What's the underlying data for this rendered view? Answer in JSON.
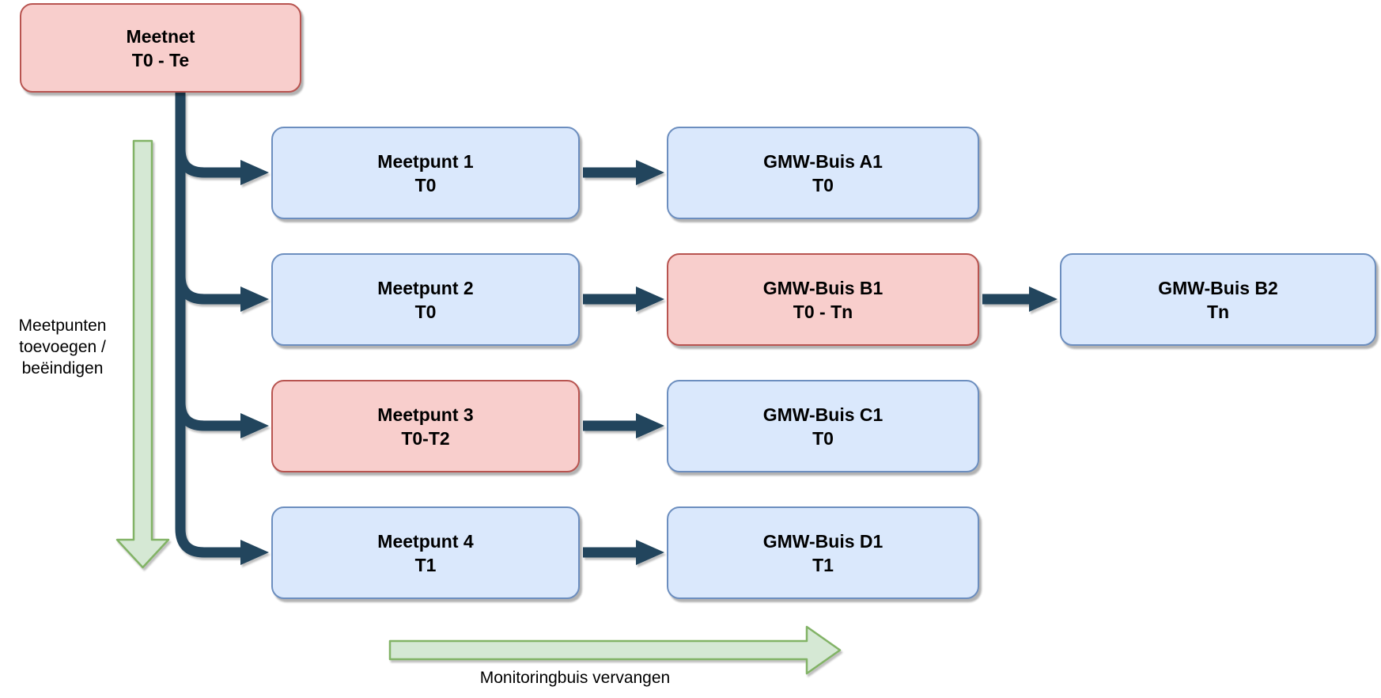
{
  "diagram": {
    "nodes": [
      {
        "name": "meetnet",
        "label": "Meetnet",
        "period": "T0 - Te",
        "variant": "red"
      },
      {
        "name": "meetpunt-1",
        "label": "Meetpunt 1",
        "period": "T0",
        "variant": "blue"
      },
      {
        "name": "meetpunt-2",
        "label": "Meetpunt 2",
        "period": "T0",
        "variant": "blue"
      },
      {
        "name": "meetpunt-3",
        "label": "Meetpunt 3",
        "period": "T0-T2",
        "variant": "red"
      },
      {
        "name": "meetpunt-4",
        "label": "Meetpunt 4",
        "period": "T1",
        "variant": "blue"
      },
      {
        "name": "gmw-buis-a1",
        "label": "GMW-Buis A1",
        "period": "T0",
        "variant": "blue"
      },
      {
        "name": "gmw-buis-b1",
        "label": "GMW-Buis B1",
        "period": "T0 - Tn",
        "variant": "red"
      },
      {
        "name": "gmw-buis-c1",
        "label": "GMW-Buis C1",
        "period": "T0",
        "variant": "blue"
      },
      {
        "name": "gmw-buis-d1",
        "label": "GMW-Buis D1",
        "period": "T1",
        "variant": "blue"
      },
      {
        "name": "gmw-buis-b2",
        "label": "GMW-Buis B2",
        "period": "Tn",
        "variant": "blue"
      }
    ],
    "annotations": {
      "side_arrow_label": "Meetpunten\ntoevoegen /\nbeëindigen",
      "bottom_arrow_label": "Monitoringbuis vervangen"
    },
    "colors": {
      "node_blue_fill": "#dae8fc",
      "node_blue_border": "#6c8ebf",
      "node_red_fill": "#f8cecc",
      "node_red_border": "#b85450",
      "arrow_green_fill": "#d5e8d4",
      "arrow_green_border": "#82b366",
      "connector": "#23445d"
    }
  }
}
